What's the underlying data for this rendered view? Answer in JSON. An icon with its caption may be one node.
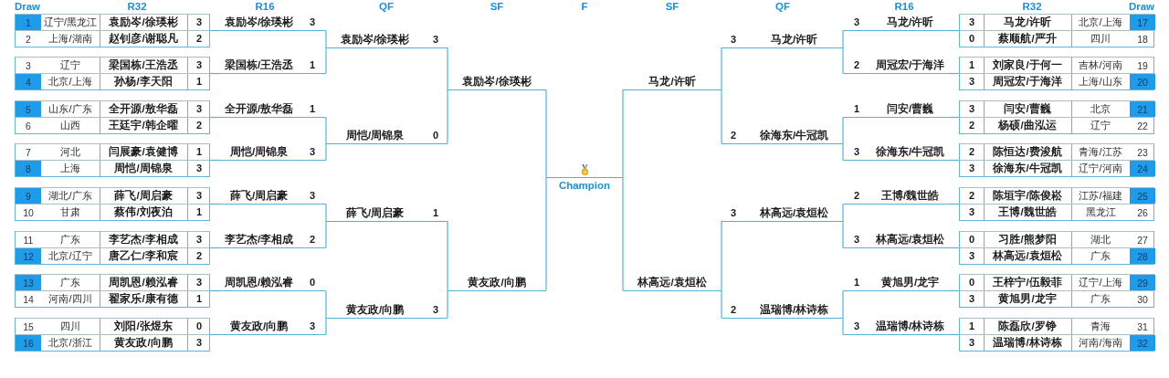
{
  "diagram": {
    "nodes": [
      {
        "text": [
          "1",
          "辽宁/黑龙江",
          "袁励岑/徐瑛彬",
          "3"
        ]
      },
      {
        "text": [
          "2",
          "上海/湖南",
          "赵钊彦/谢聪凡",
          "2"
        ]
      },
      {
        "text": [
          "3",
          "辽宁",
          "梁国栋/王浩丞",
          "3"
        ]
      },
      {
        "text": [
          "4",
          "北京/上海",
          "孙杨/李天阳",
          "1"
        ]
      },
      {
        "text": [
          "5",
          "山东/广东",
          "全开源/敖华磊",
          "3"
        ]
      },
      {
        "text": [
          "6",
          "山西",
          "王廷宇/韩企曜",
          "2"
        ]
      },
      {
        "text": [
          "7",
          "河北",
          "闫展豪/袁健博",
          "1"
        ]
      },
      {
        "text": [
          "8",
          "上海",
          "周恺/周锦泉",
          "3"
        ]
      },
      {
        "text": [
          "9",
          "湖北/广东",
          "薛飞/周启豪",
          "3"
        ]
      },
      {
        "text": [
          "10",
          "甘肃",
          "蔡伟/刘夜泊",
          "1"
        ]
      },
      {
        "text": [
          "11",
          "广东",
          "李艺杰/李相成",
          "3"
        ]
      },
      {
        "text": [
          "12",
          "北京/辽宁",
          "唐乙仁/李和宸",
          "2"
        ]
      },
      {
        "text": [
          "13",
          "广东",
          "周凯恩/赖泓睿",
          "3"
        ]
      },
      {
        "text": [
          "14",
          "河南/四川",
          "翟家乐/康有德",
          "1"
        ]
      },
      {
        "text": [
          "15",
          "四川",
          "刘阳/张煜东",
          "0"
        ]
      },
      {
        "text": [
          "16",
          "北京/浙江",
          "黄友政/向鹏",
          "3"
        ]
      },
      {
        "text": [
          "袁励岑/徐瑛彬",
          "3"
        ]
      },
      {
        "text": [
          "梁国栋/王浩丞",
          "1"
        ]
      },
      {
        "text": [
          "全开源/敖华磊",
          "1"
        ]
      },
      {
        "text": [
          "周恺/周锦泉",
          "3"
        ]
      },
      {
        "text": [
          "薛飞/周启豪",
          "3"
        ]
      },
      {
        "text": [
          "李艺杰/李相成",
          "2"
        ]
      },
      {
        "text": [
          "周凯恩/赖泓睿",
          "0"
        ]
      },
      {
        "text": [
          "黄友政/向鹏",
          "3"
        ]
      },
      {
        "text": [
          "袁励岑/徐瑛彬",
          "3"
        ]
      },
      {
        "text": [
          "周恺/周锦泉",
          "0"
        ]
      },
      {
        "text": [
          "薛飞/周启豪",
          "1"
        ]
      },
      {
        "text": [
          "黄友政/向鹏",
          "3"
        ]
      },
      {
        "text": [
          "袁励岑/徐瑛彬"
        ]
      },
      {
        "text": [
          "黄友政/向鹏"
        ]
      },
      {
        "text": [
          "Champion"
        ]
      },
      {
        "text": [
          "马龙/许昕"
        ]
      },
      {
        "text": [
          "林高远/袁烜松"
        ]
      },
      {
        "text": [
          "3",
          "马龙/许昕"
        ]
      },
      {
        "text": [
          "2",
          "徐海东/牛冠凯"
        ]
      },
      {
        "text": [
          "3",
          "林高远/袁烜松"
        ]
      },
      {
        "text": [
          "2",
          "温瑞博/林诗栋"
        ]
      },
      {
        "text": [
          "3",
          "马龙/许昕"
        ]
      },
      {
        "text": [
          "2",
          "周冠宏/于海洋"
        ]
      },
      {
        "text": [
          "1",
          "闫安/曹巍"
        ]
      },
      {
        "text": [
          "3",
          "徐海东/牛冠凯"
        ]
      },
      {
        "text": [
          "2",
          "王博/魏世皓"
        ]
      },
      {
        "text": [
          "3",
          "林高远/袁烜松"
        ]
      },
      {
        "text": [
          "1",
          "黄旭男/龙宇"
        ]
      },
      {
        "text": [
          "3",
          "温瑞博/林诗栋"
        ]
      },
      {
        "text": [
          "3",
          "马龙/许昕",
          "北京/上海",
          "17"
        ]
      },
      {
        "text": [
          "0",
          "蔡顺航/严升",
          "四川",
          "18"
        ]
      },
      {
        "text": [
          "1",
          "刘家良/于何一",
          "吉林/河南",
          "19"
        ]
      },
      {
        "text": [
          "3",
          "周冠宏/于海洋",
          "上海/山东",
          "20"
        ]
      },
      {
        "text": [
          "3",
          "闫安/曹巍",
          "北京",
          "21"
        ]
      },
      {
        "text": [
          "2",
          "杨硕/曲泓运",
          "辽宁",
          "22"
        ]
      },
      {
        "text": [
          "2",
          "陈恒达/费浚航",
          "青海/江苏",
          "23"
        ]
      },
      {
        "text": [
          "3",
          "徐海东/牛冠凯",
          "辽宁/河南",
          "24"
        ]
      },
      {
        "text": [
          "2",
          "陈垣宇/陈俊崧",
          "江苏/福建",
          "25"
        ]
      },
      {
        "text": [
          "3",
          "王博/魏世皓",
          "黑龙江",
          "26"
        ]
      },
      {
        "text": [
          "0",
          "习胜/熊梦阳",
          "湖北",
          "27"
        ]
      },
      {
        "text": [
          "3",
          "林高远/袁烜松",
          "广东",
          "28"
        ]
      },
      {
        "text": [
          "0",
          "王梓宁/伍毅菲",
          "辽宁/上海",
          "29"
        ]
      },
      {
        "text": [
          "3",
          "黄旭男/龙宇",
          "广东",
          "30"
        ]
      },
      {
        "text": [
          "1",
          "陈磊欣/罗铮",
          "青海",
          "31"
        ]
      },
      {
        "text": [
          "3",
          "温瑞博/林诗栋",
          "河南/海南",
          "32"
        ]
      }
    ],
    "edges": [
      {
        "from": 0,
        "to": 16,
        "arrow": "none"
      },
      {
        "from": 1,
        "to": 16,
        "arrow": "none"
      },
      {
        "from": 2,
        "to": 17,
        "arrow": "none"
      },
      {
        "from": 3,
        "to": 17,
        "arrow": "none"
      },
      {
        "from": 4,
        "to": 18,
        "arrow": "none"
      },
      {
        "from": 5,
        "to": 18,
        "arrow": "none"
      },
      {
        "from": 6,
        "to": 19,
        "arrow": "none"
      },
      {
        "from": 7,
        "to": 19,
        "arrow": "none"
      },
      {
        "from": 8,
        "to": 20,
        "arrow": "none"
      },
      {
        "from": 9,
        "to": 20,
        "arrow": "none"
      },
      {
        "from": 10,
        "to": 21,
        "arrow": "none"
      },
      {
        "from": 11,
        "to": 21,
        "arrow": "none"
      },
      {
        "from": 12,
        "to": 22,
        "arrow": "none"
      },
      {
        "from": 13,
        "to": 22,
        "arrow": "none"
      },
      {
        "from": 14,
        "to": 23,
        "arrow": "none"
      },
      {
        "from": 15,
        "to": 23,
        "arrow": "none"
      },
      {
        "from": 16,
        "to": 24,
        "arrow": "none"
      },
      {
        "from": 17,
        "to": 24,
        "arrow": "none"
      },
      {
        "from": 18,
        "to": 25,
        "arrow": "none"
      },
      {
        "from": 19,
        "to": 25,
        "arrow": "none"
      },
      {
        "from": 20,
        "to": 26,
        "arrow": "none"
      },
      {
        "from": 21,
        "to": 26,
        "arrow": "none"
      },
      {
        "from": 22,
        "to": 27,
        "arrow": "none"
      },
      {
        "from": 23,
        "to": 27,
        "arrow": "none"
      },
      {
        "from": 24,
        "to": 28,
        "arrow": "none"
      },
      {
        "from": 25,
        "to": 28,
        "arrow": "none"
      },
      {
        "from": 26,
        "to": 29,
        "arrow": "none"
      },
      {
        "from": 27,
        "to": 29,
        "arrow": "none"
      },
      {
        "from": 28,
        "to": 30,
        "arrow": "none"
      },
      {
        "from": 29,
        "to": 30,
        "arrow": "none"
      },
      {
        "from": 31,
        "to": 30,
        "arrow": "none"
      },
      {
        "from": 32,
        "to": 30,
        "arrow": "none"
      },
      {
        "from": 33,
        "to": 31,
        "arrow": "none"
      },
      {
        "from": 34,
        "to": 31,
        "arrow": "none"
      },
      {
        "from": 35,
        "to": 32,
        "arrow": "none"
      },
      {
        "from": 36,
        "to": 32,
        "arrow": "none"
      },
      {
        "from": 37,
        "to": 33,
        "arrow": "none"
      },
      {
        "from": 38,
        "to": 33,
        "arrow": "none"
      },
      {
        "from": 39,
        "to": 34,
        "arrow": "none"
      },
      {
        "from": 40,
        "to": 34,
        "arrow": "none"
      },
      {
        "from": 41,
        "to": 35,
        "arrow": "none"
      },
      {
        "from": 42,
        "to": 35,
        "arrow": "none"
      },
      {
        "from": 43,
        "to": 36,
        "arrow": "none"
      },
      {
        "from": 44,
        "to": 36,
        "arrow": "none"
      },
      {
        "from": 45,
        "to": 37,
        "arrow": "none"
      },
      {
        "from": 46,
        "to": 37,
        "arrow": "none"
      },
      {
        "from": 47,
        "to": 38,
        "arrow": "none"
      },
      {
        "from": 48,
        "to": 38,
        "arrow": "none"
      },
      {
        "from": 49,
        "to": 39,
        "arrow": "none"
      },
      {
        "from": 50,
        "to": 39,
        "arrow": "none"
      },
      {
        "from": 51,
        "to": 40,
        "arrow": "none"
      },
      {
        "from": 52,
        "to": 40,
        "arrow": "none"
      },
      {
        "from": 53,
        "to": 41,
        "arrow": "none"
      },
      {
        "from": 54,
        "to": 41,
        "arrow": "none"
      },
      {
        "from": 55,
        "to": 42,
        "arrow": "none"
      },
      {
        "from": 56,
        "to": 42,
        "arrow": "none"
      },
      {
        "from": 57,
        "to": 43,
        "arrow": "none"
      },
      {
        "from": 58,
        "to": 43,
        "arrow": "none"
      },
      {
        "from": 59,
        "to": 44,
        "arrow": "none"
      },
      {
        "from": 60,
        "to": 44,
        "arrow": "none"
      }
    ],
    "labels": [
      "Draw",
      "R32",
      "R16",
      "QF",
      "SF",
      "F",
      "SF",
      "QF",
      "R16",
      "R32",
      "Draw"
    ]
  }
}
